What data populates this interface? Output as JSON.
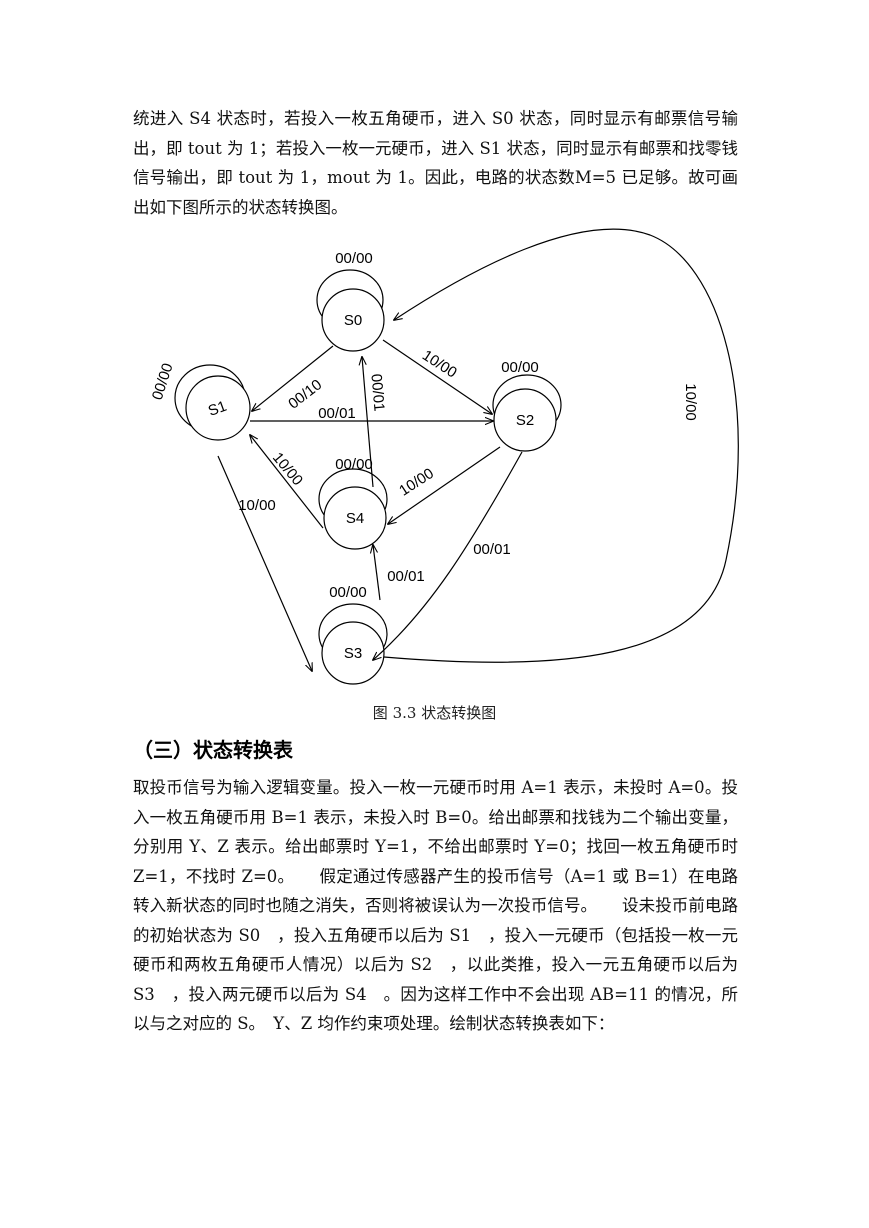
{
  "paragraphs": {
    "intro": "统进入 S4 状态时，若投入一枚五角硬币，进入 S0 状态，同时显示有邮票信号输出，即 tout 为 1；若投入一枚一元硬币，进入 S1 状态，同时显示有邮票和找零钱信号输出，即 tout 为 1，mout 为 1。因此，电路的状态数M=5 已足够。故可画出如下图所示的状态转换图。",
    "body": "取投币信号为输入逻辑变量。投入一枚一元硬币时用 A=1 表示，未投时 A=0。投入一枚五角硬币用 B=1 表示，未投入时 B=0。给出邮票和找钱为二个输出变量，分别用 Y、Z 表示。给出邮票时 Y=1，不给出邮票时 Y=0；找回一枚五角硬币时 Z=1，不找时 Z=0。　　假定通过传感器产生的投币信号（A=1 或 B=1）在电路转入新状态的同时也随之消失，否则将被误认为一次投币信号。　　设未投币前电路的初始状态为 S0　，投入五角硬币以后为 S1　，投入一元硬币（包括投一枚一元硬币和两枚五角硬币人情况）以后为 S2　，以此类推，投入一元五角硬币以后为 S3　，投入两元硬币以后为 S4　。因为这样工作中不会出现 AB=11 的情况，所以与之对应的 S。　Y、Z 均作约束项处理。绘制状态转换表如下："
  },
  "figure": {
    "caption": "图 3.3 状态转换图",
    "states": [
      "S0",
      "S1",
      "S2",
      "S3",
      "S4"
    ],
    "transition_labels": {
      "s0_self": "00/00",
      "s1_self": "00/00",
      "s2_self": "00/00",
      "s4_self": "00/00",
      "s3_self": "00/00",
      "s0_s2": "10/00",
      "s0_s1": "00/10",
      "s4_s0": "00/01",
      "s1_s2": "00/01",
      "s4_s1": "10/00",
      "s2_s4": "10/00",
      "s1_s3": "10/00",
      "s2_s3": "00/01",
      "s3_s4": "00/01",
      "s3_s0": "10/00"
    }
  },
  "section": {
    "heading": "（三）状态转换表"
  }
}
